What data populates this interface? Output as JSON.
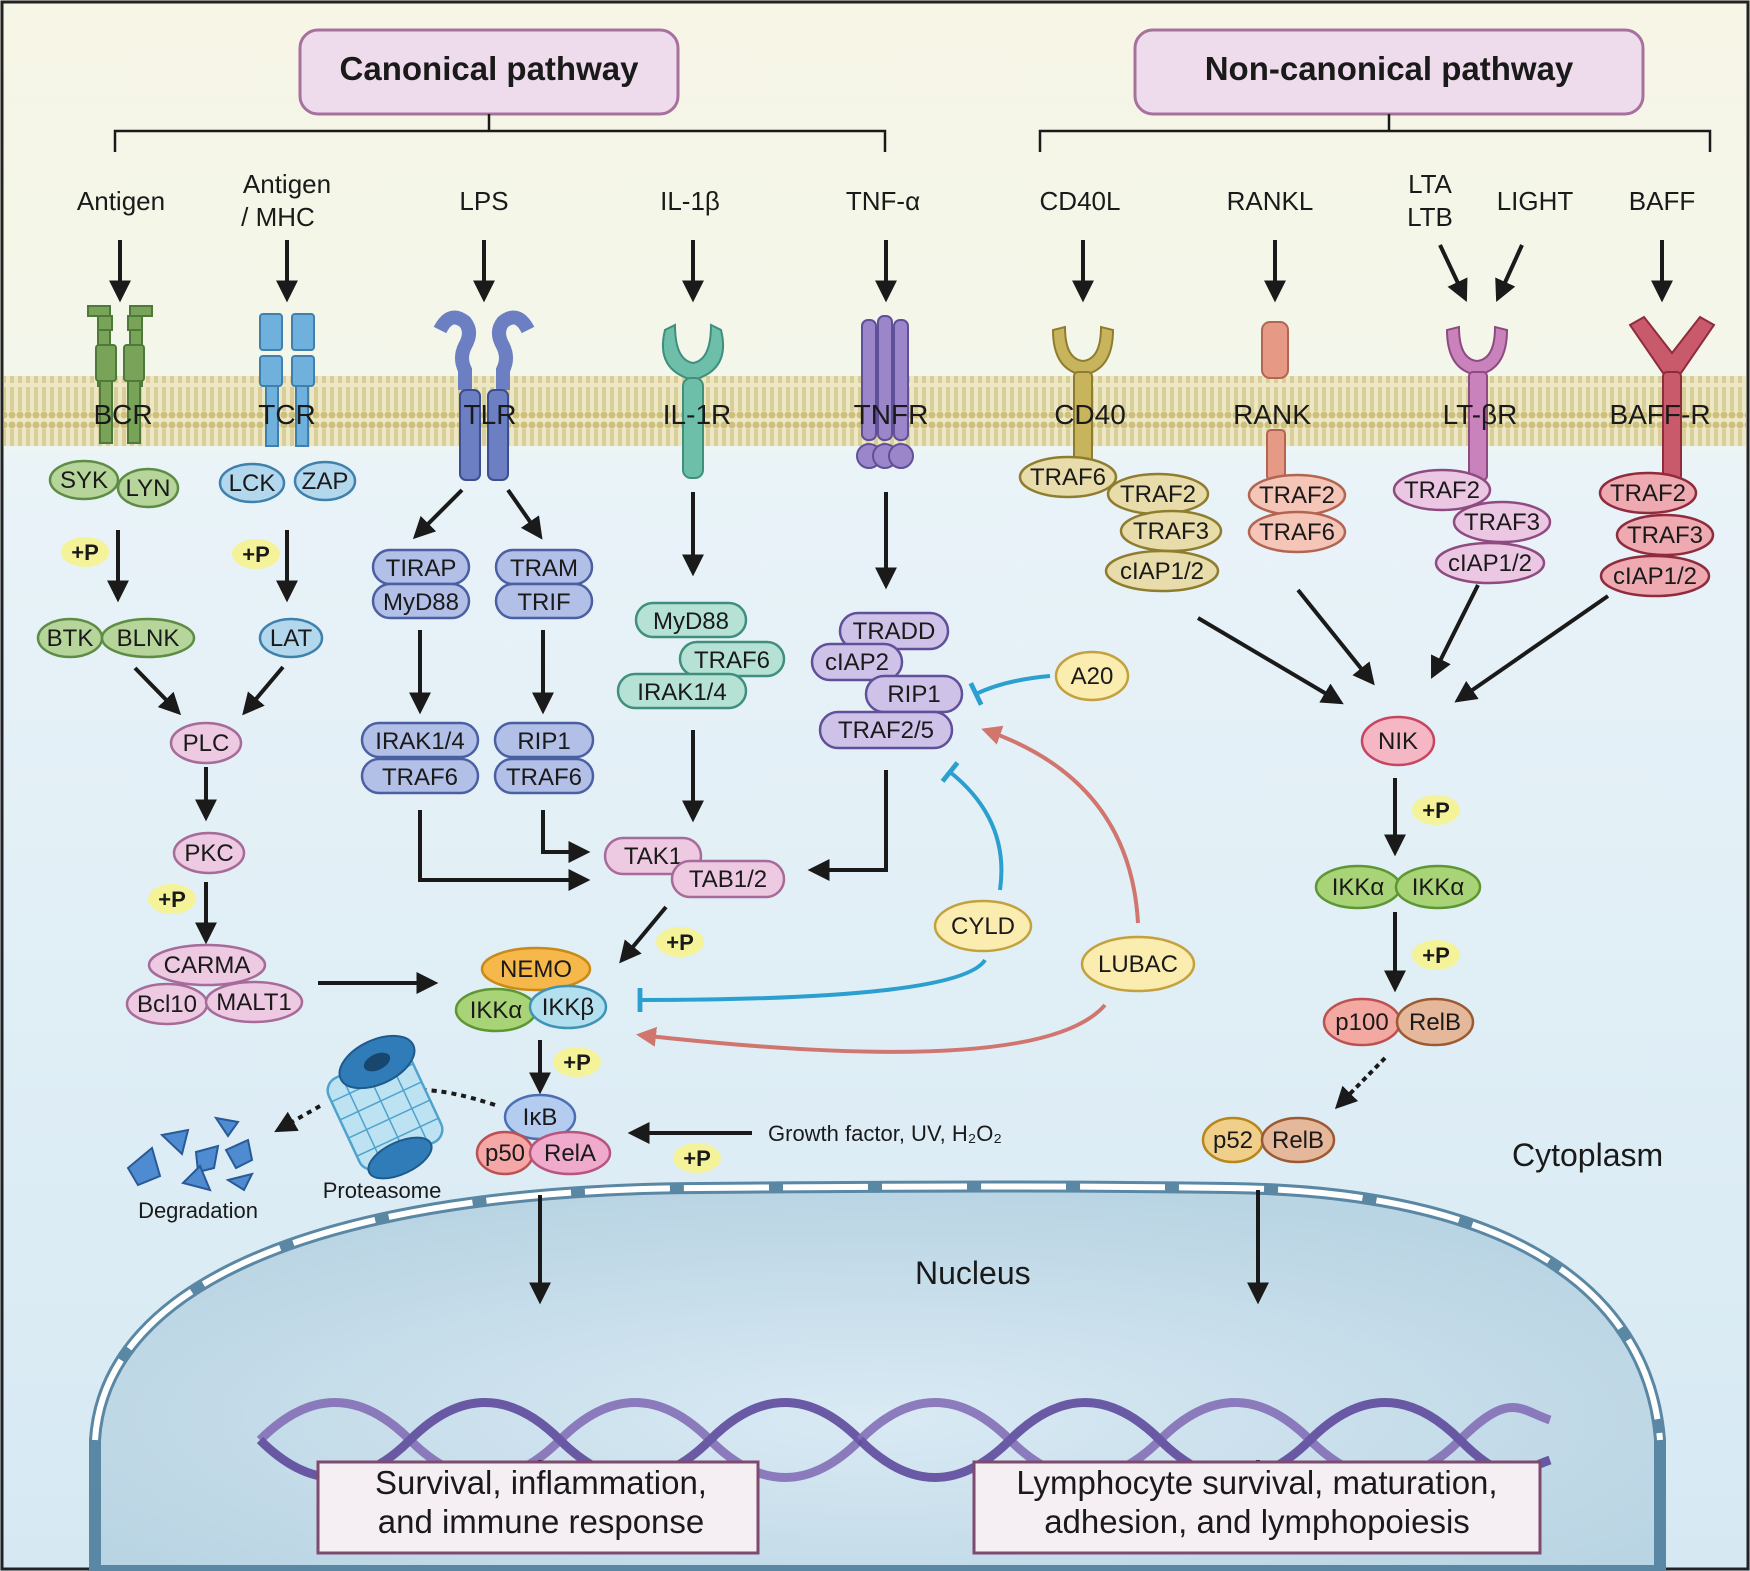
{
  "headers": {
    "canonical": "Canonical pathway",
    "noncanonical": "Non-canonical pathway"
  },
  "ligands": {
    "antigen": "Antigen",
    "antigen_mhc_1": "Antigen",
    "antigen_mhc_2": "/ MHC",
    "lps": "LPS",
    "il1b": "IL-1β",
    "tnfa": "TNF-α",
    "cd40l": "CD40L",
    "rankl": "RANKL",
    "lta": "LTA",
    "ltb": "LTB",
    "light": "LIGHT",
    "baff": "BAFF"
  },
  "receptors": {
    "bcr": "BCR",
    "tcr": "TCR",
    "tlr": "TLR",
    "il1r": "IL-1R",
    "tnfr": "TNFR",
    "cd40": "CD40",
    "rank": "RANK",
    "ltbr": "LT-βR",
    "baffr": "BAFF-R"
  },
  "proteins": {
    "syk": "SYK",
    "lyn": "LYN",
    "lck": "LCK",
    "zap": "ZAP",
    "btk": "BTK",
    "blnk": "BLNK",
    "lat": "LAT",
    "plc": "PLC",
    "pkc": "PKC",
    "carma": "CARMA",
    "bcl10": "Bcl10",
    "malt1": "MALT1",
    "tirap": "TIRAP",
    "myd88_tlr": "MyD88",
    "tram": "TRAM",
    "trif": "TRIF",
    "irak14_tlr": "IRAK1/4",
    "traf6_tlr_a": "TRAF6",
    "rip1_tlr": "RIP1",
    "traf6_tlr_b": "TRAF6",
    "myd88_il1": "MyD88",
    "traf6_il1": "TRAF6",
    "irak14_il1": "IRAK1/4",
    "tradd": "TRADD",
    "ciap2": "cIAP2",
    "rip1_tnf": "RIP1",
    "traf25": "TRAF2/5",
    "a20": "A20",
    "tak1": "TAK1",
    "tab12": "TAB1/2",
    "cyld": "CYLD",
    "lubac": "LUBAC",
    "nemo": "NEMO",
    "ikka": "IKKα",
    "ikkb": "IKKβ",
    "ikb": "IκB",
    "p50": "p50",
    "rela": "RelA",
    "traf6_cd40": "TRAF6",
    "traf2_cd40": "TRAF2",
    "traf3_cd40": "TRAF3",
    "ciap12_cd40": "cIAP1/2",
    "traf2_rank": "TRAF2",
    "traf6_rank": "TRAF6",
    "traf2_lt": "TRAF2",
    "traf3_lt": "TRAF3",
    "ciap12_lt": "cIAP1/2",
    "traf2_baff": "TRAF2",
    "traf3_baff": "TRAF3",
    "ciap12_baff": "cIAP1/2",
    "nik": "NIK",
    "ikka_nc1": "IKKα",
    "ikka_nc2": "IKKα",
    "p100": "p100",
    "relb_1": "RelB",
    "p52": "p52",
    "relb_2": "RelB"
  },
  "phospho_label": "+P",
  "notes": {
    "growth_factor": "Growth factor, UV, H₂O₂",
    "proteasome": "Proteasome",
    "degradation": "Degradation"
  },
  "regions": {
    "cytoplasm": "Cytoplasm",
    "nucleus": "Nucleus"
  },
  "outcomes": {
    "canonical_line1": "Survival, inflammation,",
    "canonical_line2": "and immune response",
    "noncanonical_line1": "Lymphocyte survival, maturation,",
    "noncanonical_line2": "adhesion, and lymphopoiesis"
  },
  "colors": {
    "bcr_green": "#7aa35a",
    "tcr_blue": "#6fb1dc",
    "tlr_blue": "#6b7fc2",
    "il1r_teal": "#6dbfaa",
    "tnfr_purple": "#9a86c8",
    "cd40_olive": "#c9b45e",
    "rank_salmon": "#e69a86",
    "ltbr_pink": "#c982bb",
    "baffr_red": "#c95a6c",
    "inhibit_blue": "#2a9fd0",
    "activate_red": "#d0766f",
    "membrane": "#d6c97e"
  }
}
